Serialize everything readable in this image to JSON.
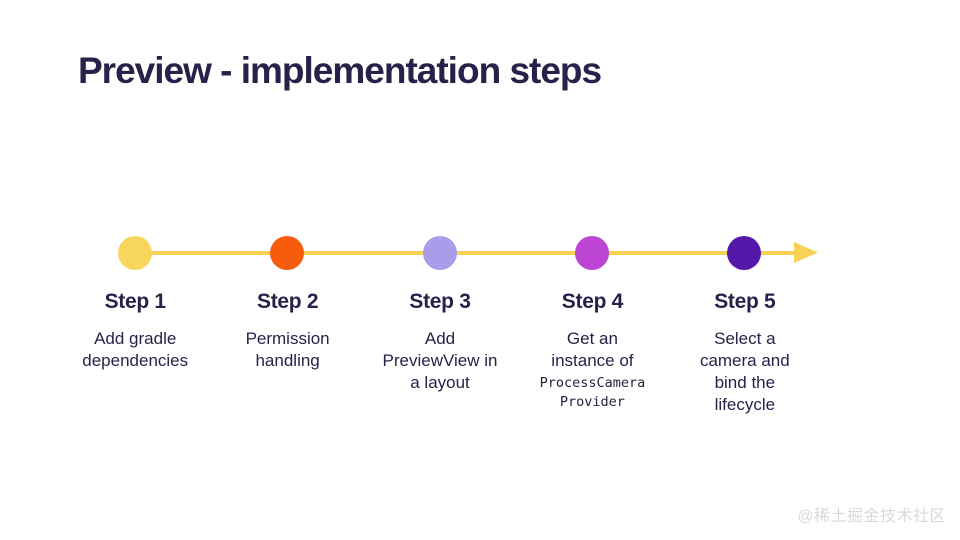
{
  "page": {
    "title": "Preview - implementation steps"
  },
  "colors": {
    "background": "#FFFFFF",
    "title_text": "#2A214A",
    "body_text": "#2A214A",
    "timeline_line": "#F7D255",
    "watermark_text": "#D9D9D9"
  },
  "timeline": {
    "steps": [
      {
        "label": "Step 1",
        "description": "Add gradle\ndependencies",
        "dot_color": "#F8D65E"
      },
      {
        "label": "Step 2",
        "description": "Permission\nhandling",
        "dot_color": "#F55C0C"
      },
      {
        "label": "Step 3",
        "description": "Add\nPreviewView in\na layout",
        "dot_color": "#A89DE9"
      },
      {
        "label": "Step 4",
        "description": "Get an\ninstance of",
        "code": "ProcessCamera\nProvider",
        "dot_color": "#BC45D4"
      },
      {
        "label": "Step 5",
        "description": "Select a\ncamera and\nbind the\nlifecycle",
        "dot_color": "#5419AB"
      }
    ]
  },
  "watermark": {
    "text": "@稀土掘金技术社区"
  }
}
